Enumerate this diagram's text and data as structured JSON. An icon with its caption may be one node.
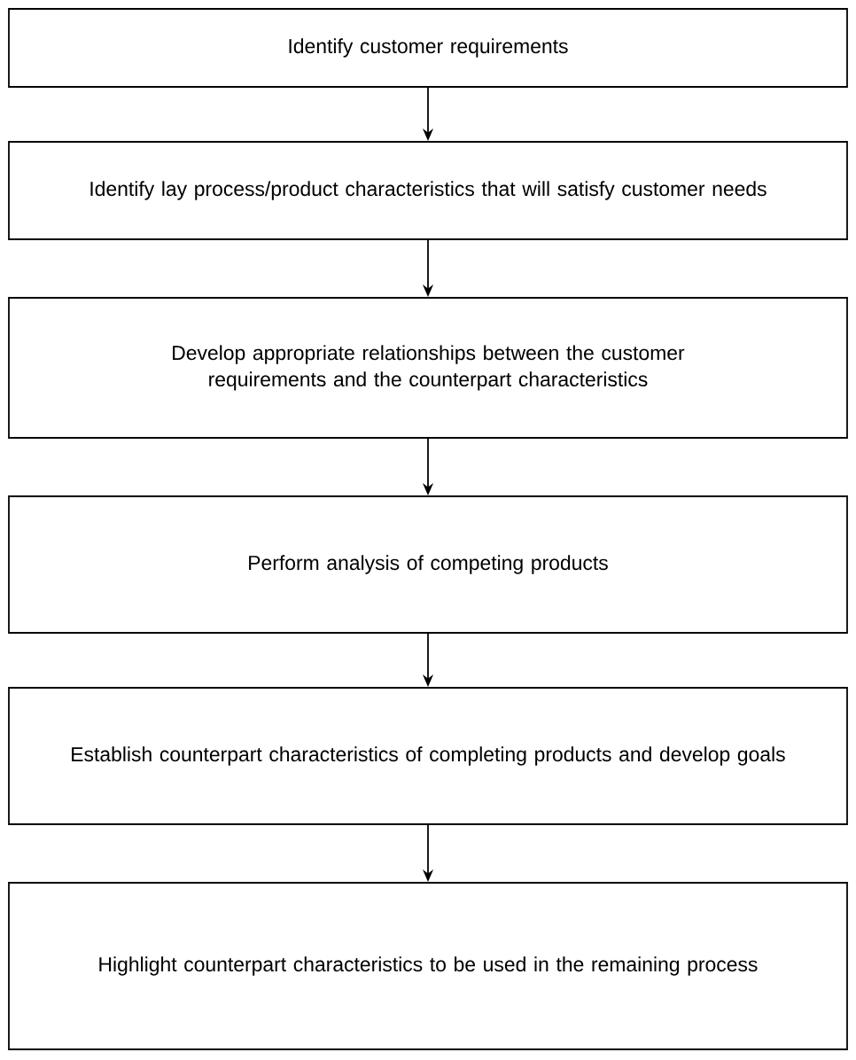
{
  "diagram": {
    "nodes": [
      {
        "text": [
          "Identify customer requirements"
        ]
      },
      {
        "text": [
          "Identify lay process/product characteristics that will satisfy customer needs"
        ]
      },
      {
        "text": [
          "Develop appropriate relationships between the customer requirements and the counterpart characteristics"
        ]
      },
      {
        "text": [
          "Perform analysis of competing products"
        ]
      },
      {
        "text": [
          "Establish counterpart characteristics of completing products and develop goals"
        ]
      },
      {
        "text": [
          "Highlight counterpart characteristics to be used in the remaining process"
        ]
      }
    ],
    "edges": [
      {
        "from": 0,
        "to": 1,
        "arrow": "to"
      },
      {
        "from": 1,
        "to": 2,
        "arrow": "to"
      },
      {
        "from": 2,
        "to": 3,
        "arrow": "to"
      },
      {
        "from": 3,
        "to": 4,
        "arrow": "to"
      },
      {
        "from": 4,
        "to": 5,
        "arrow": "to"
      }
    ]
  }
}
